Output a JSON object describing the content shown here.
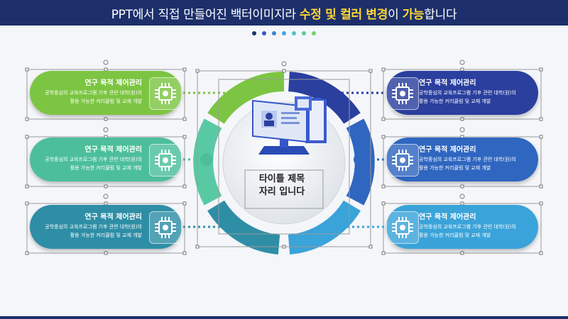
{
  "banner": {
    "text_before": "PPT에서 직접 만들어진 백터이미지라",
    "highlight_1": "수정 및 컬러 변경",
    "text_mid": "이",
    "highlight_2": "가능",
    "text_after": "합니다"
  },
  "pager_dots": [
    "#1c2f6b",
    "#3557c6",
    "#3b82d6",
    "#4aa3e0",
    "#4fc3c8",
    "#59c9a4",
    "#7ccf6b"
  ],
  "center": {
    "title_line1": "타이틀 제목",
    "title_line2": "자리 입니다"
  },
  "cards": [
    {
      "side": "left",
      "title": "연구 목적 제어관리",
      "desc_line1": "공학중심의 교육프로그램 기후 관련 대학(원)의",
      "desc_line2": "활용 가능한 커리큘럼 및 교재 개발",
      "color": "#7cc542",
      "icon": "clock-icon"
    },
    {
      "side": "left",
      "title": "연구 목적 제어관리",
      "desc_line1": "공학중심의 교육프로그램 기후 관련 대학(원)의",
      "desc_line2": "활용 가능한 커리큘럼 및 교재 개발",
      "color": "#4cbf9a",
      "icon": "gear-icon"
    },
    {
      "side": "left",
      "title": "연구 목적 제어관리",
      "desc_line1": "공학중심의 교육프로그램 기후 관련 대학(원)의",
      "desc_line2": "활용 가능한 커리큘럼 및 교재 개발",
      "color": "#2e8ea6",
      "icon": "chip-icon"
    },
    {
      "side": "right",
      "title": "연구 목적 제어관리",
      "desc_line1": "공학중심의 교육프로그램 기후 관련 대학(원)의",
      "desc_line2": "활용 가능한 커리큘럼 및 교재 개발",
      "color": "#2a3f9e",
      "icon": "chip-icon"
    },
    {
      "side": "right",
      "title": "연구 목적 제어관리",
      "desc_line1": "공학중심의 교육프로그램 기후 관련 대학(원)의",
      "desc_line2": "활용 가능한 커리큘럼 및 교재 개발",
      "color": "#2f66c0",
      "icon": "circuit-icon"
    },
    {
      "side": "right",
      "title": "연구 목적 제어관리",
      "desc_line1": "공학중심의 교육프로그램 기후 관련 대학(원)의",
      "desc_line2": "활용 가능한 커리큘럼 및 교재 개발",
      "color": "#3aa3d9",
      "icon": "chip-icon"
    }
  ]
}
